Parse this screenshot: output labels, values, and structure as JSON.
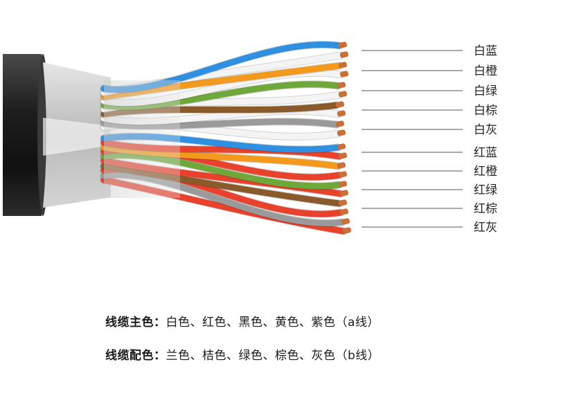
{
  "labels": [
    "白蓝",
    "白橙",
    "白绿",
    "白棕",
    "白灰",
    "红蓝",
    "红橙",
    "红绿",
    "红棕",
    "红灰"
  ],
  "pairs": [
    {
      "a": "white",
      "b": "blue"
    },
    {
      "a": "white",
      "b": "orange"
    },
    {
      "a": "white",
      "b": "green"
    },
    {
      "a": "white",
      "b": "brown"
    },
    {
      "a": "white",
      "b": "gray"
    },
    {
      "a": "red",
      "b": "blue"
    },
    {
      "a": "red",
      "b": "orange"
    },
    {
      "a": "red",
      "b": "green"
    },
    {
      "a": "red",
      "b": "brown"
    },
    {
      "a": "red",
      "b": "gray"
    }
  ],
  "colors": {
    "white": "#f4f4f4",
    "red": "#e8412c",
    "blue": "#2f8fe0",
    "orange": "#f39a1c",
    "green": "#6fa83a",
    "brown": "#8a5a2b",
    "gray": "#9a9a9a",
    "copper": "#c8703a",
    "jacket": "#2a2a2a"
  },
  "captions": {
    "primary_key": "线缆主色：",
    "primary_value": "白色、红色、黑色、黄色、紫色（a线）",
    "secondary_key": "线缆配色：",
    "secondary_value": "兰色、桔色、绿色、棕色、灰色（b线）"
  }
}
